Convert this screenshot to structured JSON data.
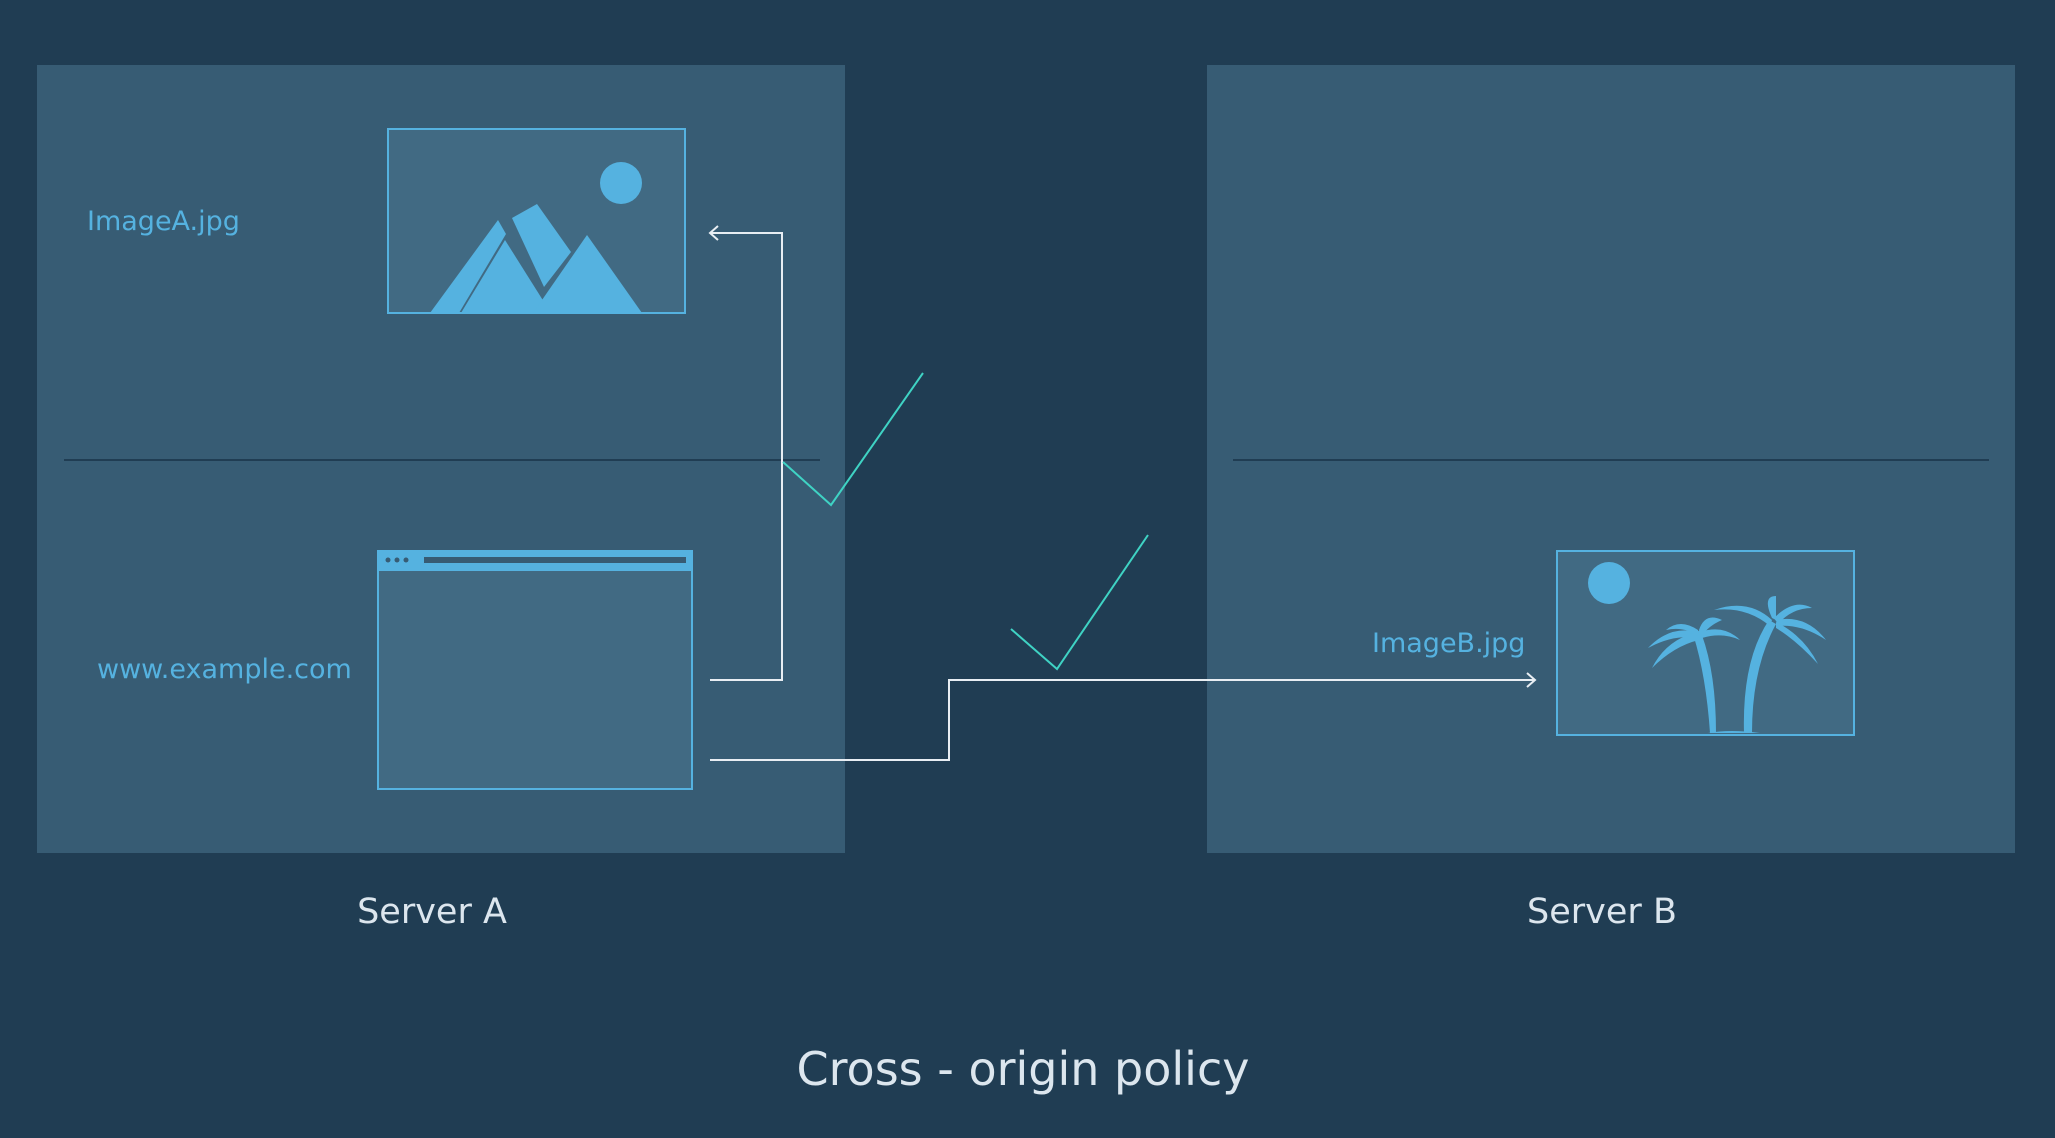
{
  "servers": [
    {
      "label": "Server A"
    },
    {
      "label": "Server B"
    }
  ],
  "files": {
    "image_a": "ImageA.jpg",
    "image_b": "ImageB.jpg"
  },
  "site": {
    "url": "www.example.com"
  },
  "title": "Cross - origin policy",
  "colors": {
    "background": "#203d53",
    "panel": "#375c74",
    "accent_blue": "#55b2e0",
    "check_teal": "#3fd3c4",
    "arrow_white": "#e8eef3"
  },
  "icons": {
    "image_a": "mountain-picture-icon",
    "image_b": "palm-tree-picture-icon",
    "browser": "browser-window-icon",
    "check": "checkmark-icon"
  }
}
